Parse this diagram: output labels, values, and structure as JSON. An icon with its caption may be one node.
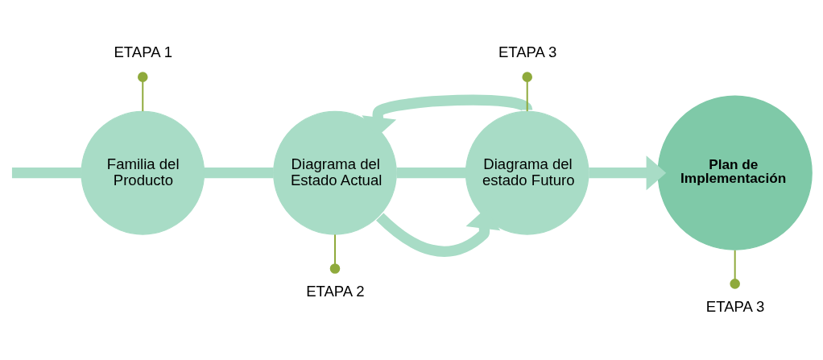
{
  "diagram": {
    "nodes": [
      {
        "text": [
          "Familia del Producto"
        ]
      },
      {
        "text": [
          "Diagrama del Estado Actual"
        ]
      },
      {
        "text": [
          "Diagrama del estado Futuro"
        ]
      },
      {
        "text": [
          "Plan de Implementación"
        ]
      },
      {
        "text": [
          "ETAPA 1"
        ]
      },
      {
        "text": [
          "ETAPA 3"
        ]
      },
      {
        "text": [
          "ETAPA 2"
        ]
      },
      {
        "text": [
          "ETAPA 3"
        ]
      }
    ],
    "edges": [
      {
        "from": null,
        "to": 0,
        "arrow": "none"
      },
      {
        "from": 0,
        "to": 1,
        "arrow": "none"
      },
      {
        "from": 1,
        "to": 2,
        "arrow": "none"
      },
      {
        "from": 2,
        "to": 3,
        "arrow": "to"
      },
      {
        "from": 2,
        "to": 1,
        "arrow": "to"
      },
      {
        "from": 1,
        "to": 2,
        "arrow": "to"
      },
      {
        "from": 4,
        "to": 0,
        "arrow": "other",
        "color": "#8faa3c"
      },
      {
        "from": 5,
        "to": 2,
        "arrow": "other",
        "color": "#8faa3c"
      },
      {
        "from": 6,
        "to": 1,
        "arrow": "other",
        "color": "#8faa3c"
      },
      {
        "from": 7,
        "to": 3,
        "arrow": "other",
        "color": "#8faa3c"
      }
    ]
  }
}
